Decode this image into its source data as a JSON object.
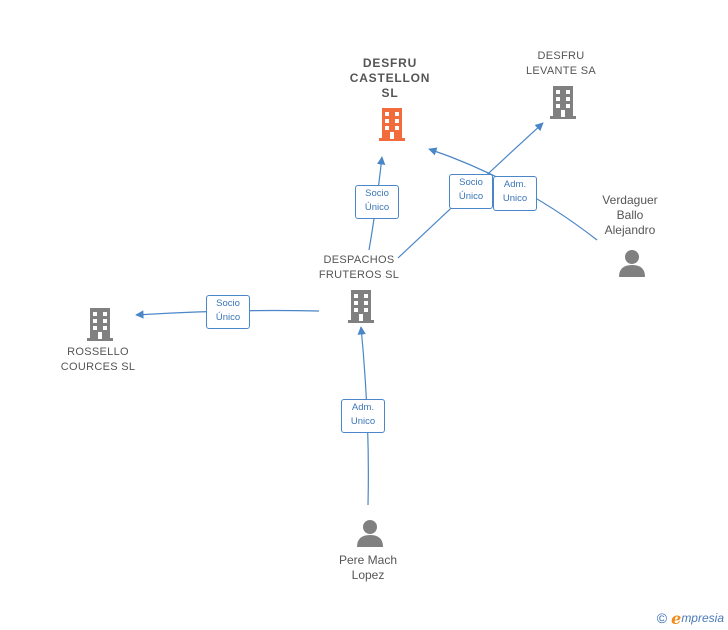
{
  "colors": {
    "edge": "#4a86c8",
    "building_main": "#f26b3a",
    "building": "#808080",
    "person": "#808080"
  },
  "nodes": {
    "desfru_castellon": {
      "lines": [
        "DESFRU",
        "CASTELLON",
        "SL"
      ],
      "icon": "building-icon"
    },
    "desfru_levante": {
      "lines": [
        "DESFRU",
        "LEVANTE SA"
      ],
      "icon": "building-icon"
    },
    "despachos": {
      "lines": [
        "DESPACHOS",
        "FRUTEROS SL"
      ],
      "icon": "building-icon"
    },
    "rossello": {
      "lines": [
        "ROSSELLO",
        "COURCES SL"
      ],
      "icon": "building-icon"
    },
    "verdaguer": {
      "lines": [
        "Verdaguer",
        "Ballo",
        "Alejandro"
      ],
      "icon": "person-icon"
    },
    "pere": {
      "lines": [
        "Pere Mach",
        "Lopez"
      ],
      "icon": "person-icon"
    }
  },
  "edge_labels": {
    "despachos_castellon": [
      "Socio",
      "Único"
    ],
    "despachos_levante": [
      "Socio",
      "Único"
    ],
    "verdaguer_castellon": [
      "Adm.",
      "Unico"
    ],
    "despachos_rossello": [
      "Socio",
      "Único"
    ],
    "pere_despachos": [
      "Adm.",
      "Unico"
    ]
  },
  "footer": {
    "copyright": "©",
    "brand_initial": "e",
    "brand_rest": "mpresia"
  }
}
